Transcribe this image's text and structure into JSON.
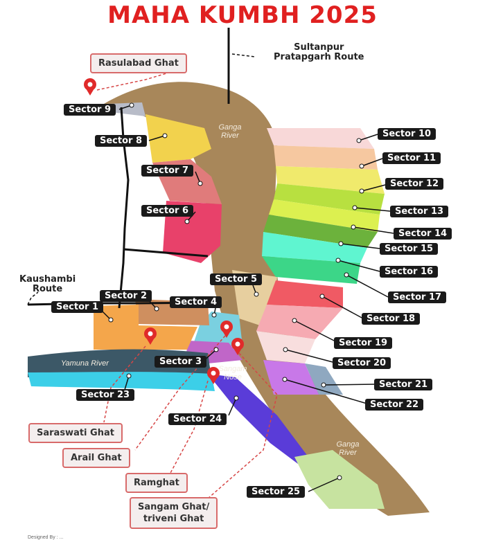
{
  "title": "MAHA KUMBH 2025",
  "routes": {
    "sultanpur_line1": "Sultanpur",
    "sultanpur_line2": "Pratapgarh Route",
    "kaushambi_line1": "Kaushambi",
    "kaushambi_line2": "Route"
  },
  "rivers": {
    "ganga_north": "Ganga River",
    "ganga_south": "Ganga River",
    "yamuna": "Yamuna River",
    "sangam": "Sangam Nose"
  },
  "sectors": [
    "Sector 1",
    "Sector 2",
    "Sector 3",
    "Sector 4",
    "Sector 5",
    "Sector 6",
    "Sector 7",
    "Sector 8",
    "Sector 9",
    "Sector 10",
    "Sector 11",
    "Sector 12",
    "Sector 13",
    "Sector 14",
    "Sector 15",
    "Sector 16",
    "Sector 17",
    "Sector 18",
    "Sector 19",
    "Sector 20",
    "Sector 21",
    "Sector 22",
    "Sector 23",
    "Sector 24",
    "Sector 25"
  ],
  "ghats": {
    "rasulabad": "Rasulabad Ghat",
    "saraswati": "Saraswati Ghat",
    "arail": "Arail Ghat",
    "ramghat": "Ramghat",
    "sangam_line1": "Sangam Ghat/",
    "sangam_line2": "triveni Ghat"
  },
  "footer": "Designed By : ..."
}
